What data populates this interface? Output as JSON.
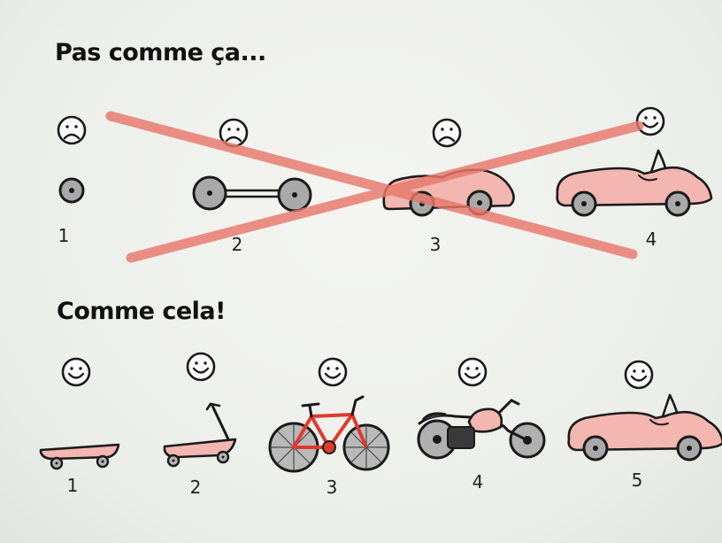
{
  "headings": {
    "wrong": "Pas comme ça...",
    "right": "Comme cela!"
  },
  "wrong_way": [
    {
      "label": "1",
      "item": "wheel",
      "mood": "sad"
    },
    {
      "label": "2",
      "item": "axle",
      "mood": "sad"
    },
    {
      "label": "3",
      "item": "car-body",
      "mood": "sad"
    },
    {
      "label": "4",
      "item": "convertible-car",
      "mood": "happy"
    }
  ],
  "right_way": [
    {
      "label": "1",
      "item": "skateboard",
      "mood": "happy"
    },
    {
      "label": "2",
      "item": "scooter",
      "mood": "happy"
    },
    {
      "label": "3",
      "item": "bicycle",
      "mood": "happy"
    },
    {
      "label": "4",
      "item": "motorcycle",
      "mood": "happy"
    },
    {
      "label": "5",
      "item": "convertible-car",
      "mood": "happy"
    }
  ],
  "colors": {
    "ink": "#1a1a1a",
    "wheel_fill": "#a9a9a9",
    "body_pink": "#f3b6b0",
    "cross_red": "#e8786b",
    "bike_red": "#e03a2e"
  }
}
